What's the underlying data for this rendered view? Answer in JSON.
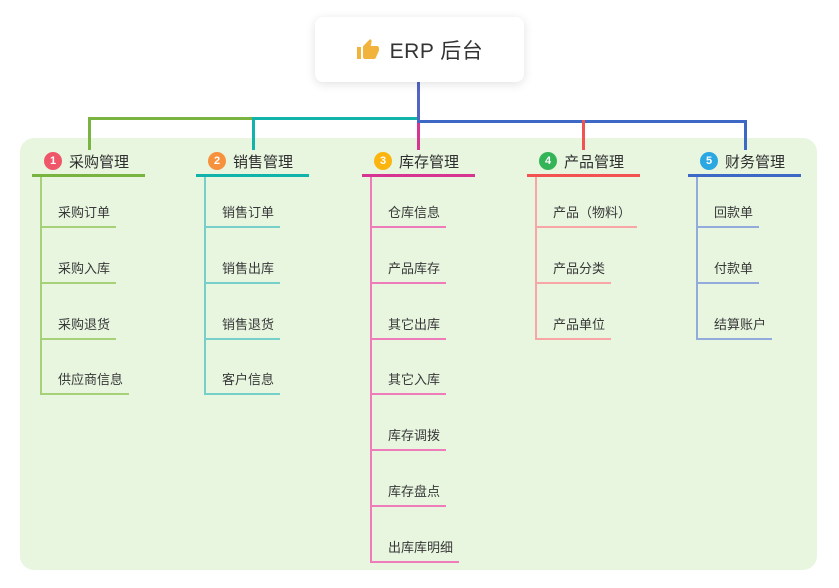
{
  "root": {
    "title": "ERP 后台",
    "icon": "thumbs-up-icon"
  },
  "branches": [
    {
      "index": "1",
      "label": "采购管理",
      "color": "#7ab440",
      "light_color": "#a6d178",
      "badge_color": "#f0566a",
      "children": [
        "采购订单",
        "采购入库",
        "采购退货",
        "供应商信息"
      ]
    },
    {
      "index": "2",
      "label": "销售管理",
      "color": "#12b3ab",
      "light_color": "#76cfc8",
      "badge_color": "#f6913e",
      "children": [
        "销售订单",
        "销售出库",
        "销售退货",
        "客户信息"
      ]
    },
    {
      "index": "3",
      "label": "库存管理",
      "color": "#d63691",
      "light_color": "#ee7cba",
      "badge_color": "#fcb40e",
      "children": [
        "仓库信息",
        "产品库存",
        "其它出库",
        "其它入库",
        "库存调拨",
        "库存盘点",
        "出库库明细"
      ]
    },
    {
      "index": "4",
      "label": "产品管理",
      "color": "#f25252",
      "light_color": "#f8a5a5",
      "badge_color": "#33b457",
      "children": [
        "产品（物料）",
        "产品分类",
        "产品单位"
      ]
    },
    {
      "index": "5",
      "label": "财务管理",
      "color": "#3e68c6",
      "light_color": "#93aadd",
      "badge_color": "#2ba8e2",
      "children": [
        "回款单",
        "付款单",
        "结算账户"
      ]
    }
  ],
  "colors": {
    "canvas_bg": "#ffffff",
    "panel_bg": "#e8f6e0",
    "root_line": "#5365c5",
    "icon_color": "#f2b33d",
    "text": "#333333"
  }
}
